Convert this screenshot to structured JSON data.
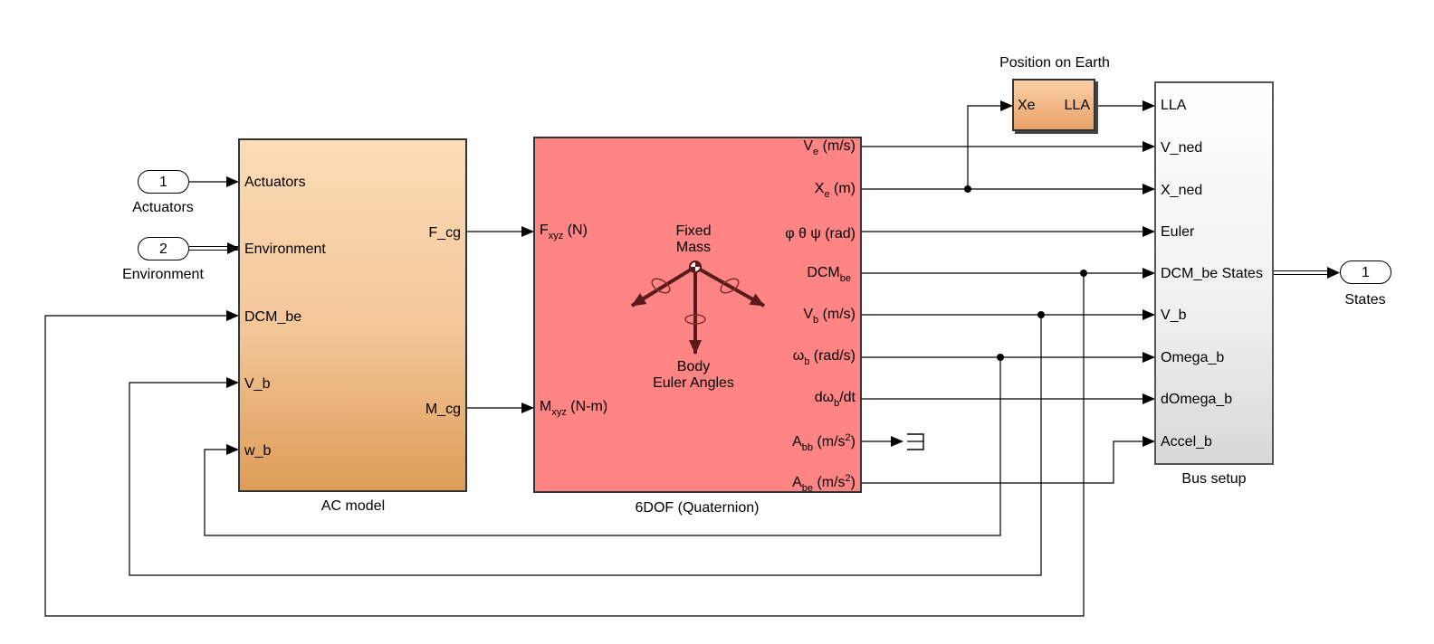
{
  "inports": [
    {
      "number": "1",
      "name": "Actuators"
    },
    {
      "number": "2",
      "name": "Environment"
    }
  ],
  "outport": {
    "number": "1",
    "name": "States"
  },
  "ac_model": {
    "name": "AC model",
    "inputs": [
      "Actuators",
      "Environment",
      "DCM_be",
      "V_b",
      "w_b"
    ],
    "outputs": [
      "F_cg",
      "M_cg"
    ]
  },
  "sixdof": {
    "name": "6DOF (Quaternion)",
    "inputs": {
      "f": {
        "main": "F",
        "sub": "xyz",
        "rest": " (N)"
      },
      "m": {
        "main": "M",
        "sub": "xyz",
        "rest": " (N-m)"
      }
    },
    "outputs": {
      "ve": {
        "main": "V",
        "sub": "e",
        "rest": " (m/s)"
      },
      "xe": {
        "main": "X",
        "sub": "e",
        "rest": " (m)"
      },
      "euler": {
        "text": "φ θ ψ (rad)"
      },
      "dcm": {
        "main": "DCM",
        "sub": "be"
      },
      "vb": {
        "main": "V",
        "sub": "b",
        "rest": " (m/s)"
      },
      "wb": {
        "main": "ω",
        "sub": "b",
        "rest": " (rad/s)"
      },
      "dwb": {
        "main": "dω",
        "sub": "b",
        "rest": "/dt"
      },
      "abb": {
        "main": "A",
        "sub": "bb",
        "rest": " (m/s",
        "sup": "2",
        "end": ")"
      },
      "abe": {
        "main": "A",
        "sub": "be",
        "rest": " (m/s",
        "sup": "2",
        "end": ")"
      }
    },
    "icon_text": {
      "line1": "Fixed",
      "line2": "Mass",
      "line3": "Body",
      "line4": "Euler Angles"
    }
  },
  "position_on_earth": {
    "name": "Position on Earth",
    "input": "Xe",
    "output": "LLA"
  },
  "bus_setup": {
    "name": "Bus setup",
    "inputs": [
      "LLA",
      "V_ned",
      "X_ned",
      "Euler",
      "DCM_be",
      "V_b",
      "Omega_b",
      "dOmega_b",
      "Accel_b"
    ],
    "output": "States"
  },
  "colors": {
    "sixdof_fill": "#ff8585",
    "ac_top": "#fddcb8",
    "ac_bottom": "#dd9c58",
    "line": "#000000",
    "arrow_dark": "#5a1a1a"
  },
  "icons": [
    "terminator-icon",
    "body-axes-icon"
  ]
}
